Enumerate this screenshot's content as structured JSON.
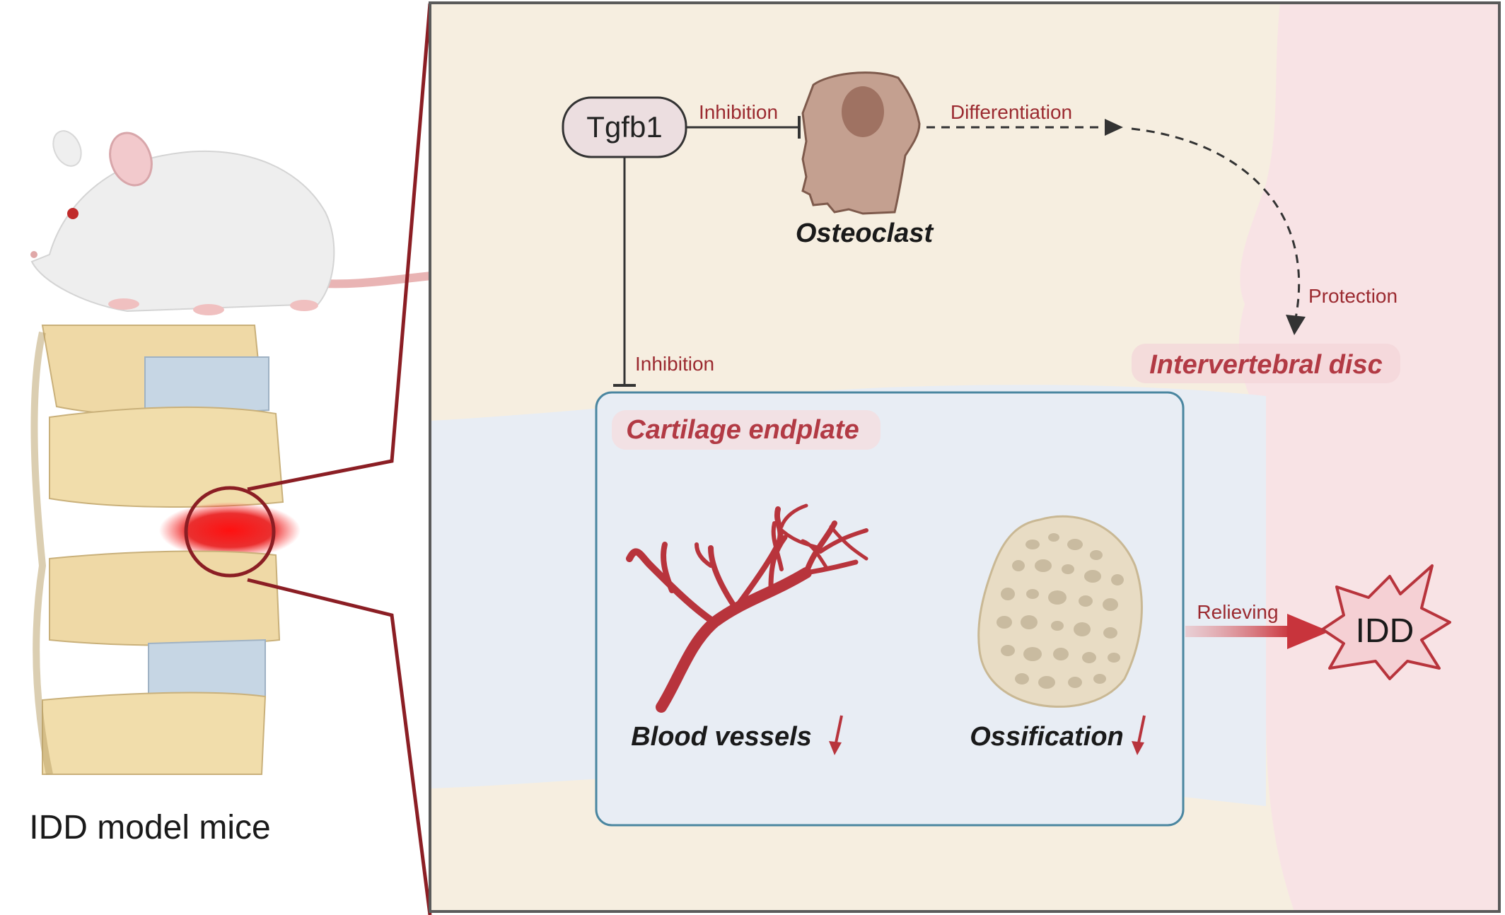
{
  "left_caption": "IDD model mice",
  "nodes": {
    "tgfb1": "Tgfb1",
    "osteoclast": "Osteoclast",
    "intervertebral_disc": "Intervertebral disc",
    "cartilage_endplate": "Cartilage endplate",
    "blood_vessels": "Blood vessels",
    "ossification": "Ossification",
    "idd": "IDD"
  },
  "edges": {
    "tgfb1_osteoclast": "Inhibition",
    "osteoclast_differentiation": "Differentiation",
    "protection": "Protection",
    "tgfb1_endplate": "Inhibition",
    "relieving": "Relieving"
  },
  "colors": {
    "label_red": "#9b2a30",
    "zone_beige": "#f6eee0",
    "zone_pink": "#f8e3e5",
    "zone_blue": "#e8edf4",
    "panel_border": "#5a5a5a",
    "endplate_border": "#4a86a0",
    "vessel": "#b8343c",
    "bone_fill": "#e8dcc4",
    "highlight_red": "#e02020"
  },
  "icons": [
    "mouse-illustration",
    "spine-illustration",
    "osteoclast-cell",
    "blood-vessel-icon",
    "bone-ossification-icon",
    "idd-burst-icon",
    "down-arrow-icon"
  ]
}
